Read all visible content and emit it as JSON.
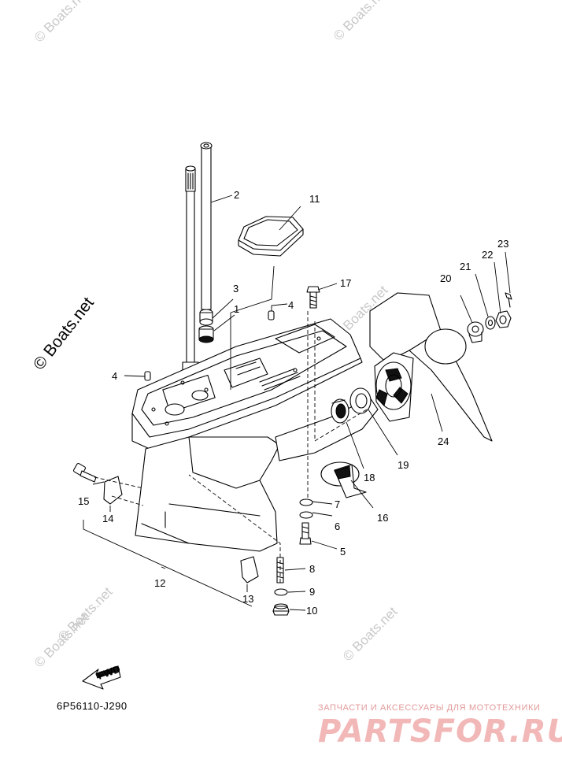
{
  "watermarks": {
    "main": "© Boats.net",
    "small": "© Boats.net"
  },
  "diagram_code": "6P56110-J290",
  "fwd_label": "FWD",
  "callouts": [
    "1",
    "2",
    "3",
    "4",
    "4",
    "5",
    "6",
    "7",
    "8",
    "9",
    "10",
    "11",
    "12",
    "13",
    "14",
    "15",
    "16",
    "17",
    "18",
    "19",
    "20",
    "21",
    "22",
    "23",
    "24"
  ],
  "shop": {
    "caption": "ЗАПЧАСТИ И АКСЕССУАРЫ ДЛЯ МОТОТЕХНИКИ",
    "logo": "PARTSFOR.RU"
  },
  "colors": {
    "line": "#000000",
    "watermark": "#c8c8c8",
    "shop": "#f2b8b8"
  }
}
